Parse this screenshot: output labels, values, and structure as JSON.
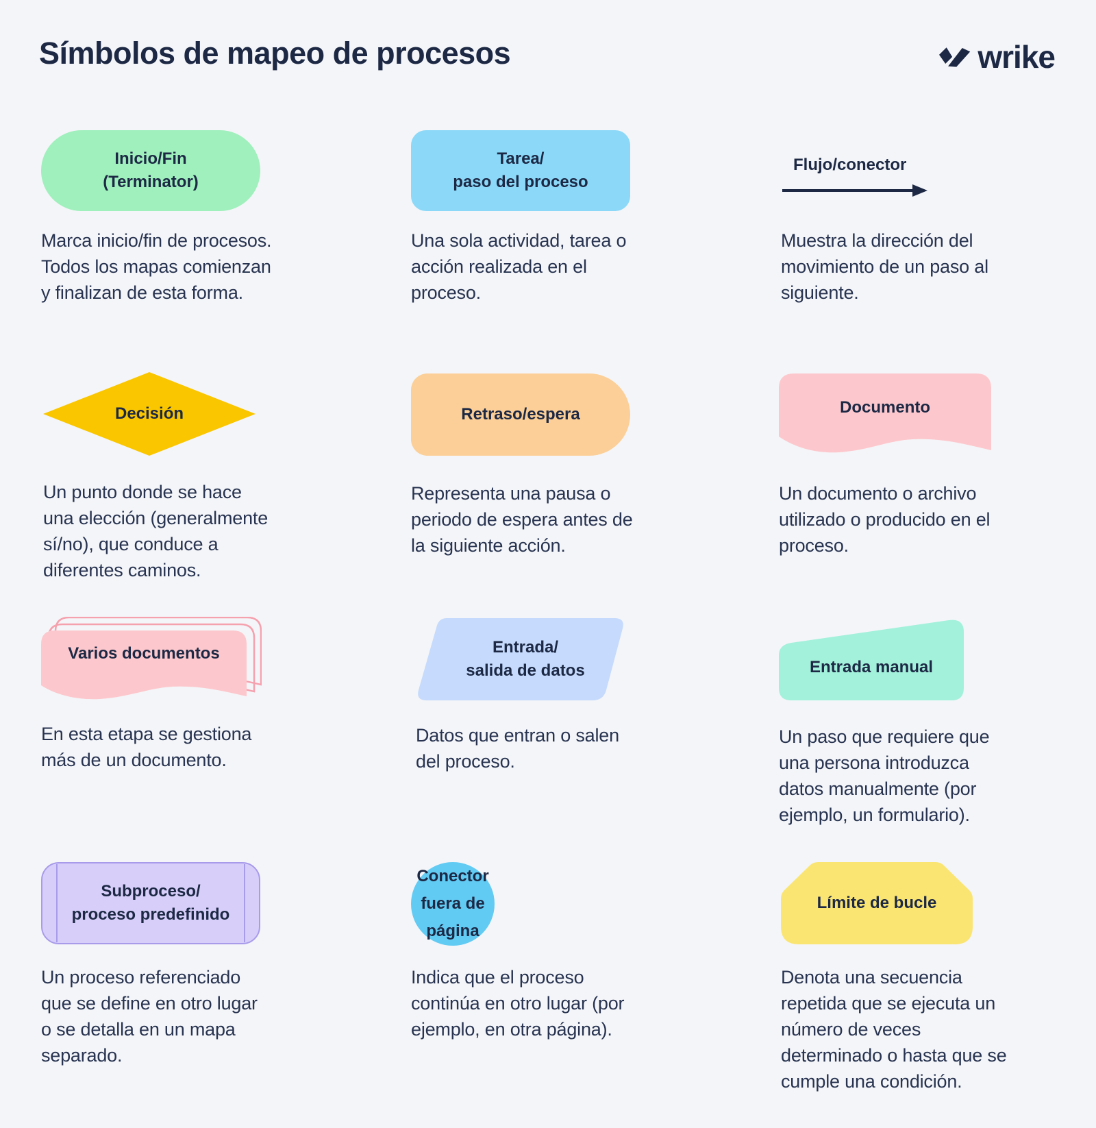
{
  "page": {
    "title": "Símbolos de mapeo de procesos",
    "brand": "wrike",
    "language": "es"
  },
  "colors": {
    "background": "#F4F5F8",
    "text": "#273350",
    "heading": "#1C2844",
    "terminator_green": "#9FF0BC",
    "task_blue": "#8BD8F8",
    "decision_yellow": "#FAC600",
    "delay_orange": "#FBCF97",
    "document_pink": "#FCC8CD",
    "document_outline_pink": "#F5A1AE",
    "dataio_periwinkle": "#C5DAFC",
    "manual_mint": "#A3F1DB",
    "subprocess_purple": "#D7CEFA",
    "subprocess_line": "#A89BEA",
    "offpage_blue": "#62CBF4",
    "loop_yellow": "#FAE573"
  },
  "symbols": [
    {
      "id": "terminator",
      "label": "Inicio/Fin\n(Terminator)",
      "description": "Marca inicio/fin de procesos.\nTodos los mapas comienzan\ny finalizan de esta forma."
    },
    {
      "id": "task",
      "label": "Tarea/\npaso del proceso",
      "description": "Una sola actividad, tarea o\nacción realizada en el\nproceso."
    },
    {
      "id": "flow-connector",
      "label": "Flujo/conector",
      "description": "Muestra la dirección del\nmovimiento de un paso al\nsiguiente."
    },
    {
      "id": "decision",
      "label": "Decisión",
      "description": "Un punto donde se hace\nuna elección (generalmente\nsí/no), que conduce a\ndiferentes caminos."
    },
    {
      "id": "delay",
      "label": "Retraso/espera",
      "description": "Representa una pausa o\nperiodo de espera antes de\nla siguiente acción."
    },
    {
      "id": "document",
      "label": "Documento",
      "description": "Un documento o archivo\nutilizado o producido en el\nproceso."
    },
    {
      "id": "multiple-documents",
      "label": "Varios documentos",
      "description": "En esta etapa se gestiona\nmás de un documento."
    },
    {
      "id": "data-input-output",
      "label": "Entrada/\nsalida de datos",
      "description": "Datos que entran o salen\ndel proceso."
    },
    {
      "id": "manual-input",
      "label": "Entrada manual",
      "description": "Un paso que requiere que\nuna persona introduzca\ndatos manualmente (por\nejemplo, un formulario)."
    },
    {
      "id": "subprocess",
      "label": "Subproceso/\nproceso predefinido",
      "description": "Un proceso referenciado\nque se define en otro lugar\no se detalla en un mapa\nseparado."
    },
    {
      "id": "off-page-connector",
      "label": "Conector\nfuera de\npágina",
      "description": "Indica que el proceso\ncontinúa en otro lugar (por\nejemplo, en otra página)."
    },
    {
      "id": "loop-limit",
      "label": "Límite de bucle",
      "description": "Denota una secuencia\nrepetida que se ejecuta un\nnúmero de veces\ndeterminado o hasta que se\ncumple una condición."
    }
  ]
}
